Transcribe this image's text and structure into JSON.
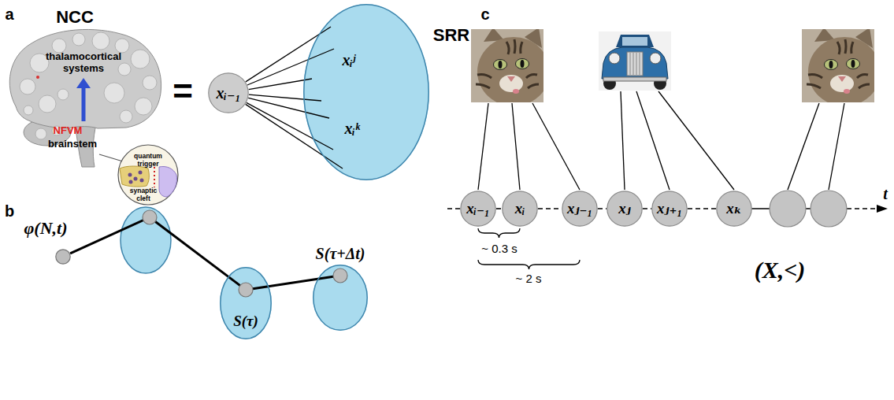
{
  "diagram": {
    "nodes": [
      {
        "text": [
          "xᵢ₋₁"
        ]
      },
      {
        "text": [
          "SRR",
          "xᵢʲ",
          "xᵢᵏ"
        ]
      },
      {
        "text": [
          "φ(N,t)"
        ]
      },
      {
        "text": [
          "S(τ)"
        ]
      },
      {
        "text": [
          "S(τ+Δt)"
        ]
      },
      {
        "text": [
          "xᵢ₋₁"
        ]
      },
      {
        "text": [
          "xᵢ"
        ]
      },
      {
        "text": [
          "xⱼ₋₁"
        ]
      },
      {
        "text": [
          "xⱼ"
        ]
      },
      {
        "text": [
          "xⱼ₊₁"
        ]
      },
      {
        "text": [
          "xₖ"
        ]
      }
    ],
    "edges": [
      {
        "from": 0,
        "to": 1,
        "arrow": "none"
      },
      {
        "from": 0,
        "to": 1,
        "arrow": "none"
      },
      {
        "from": 0,
        "to": 1,
        "arrow": "none"
      },
      {
        "from": 0,
        "to": 1,
        "arrow": "none"
      },
      {
        "from": 0,
        "to": 1,
        "arrow": "none"
      },
      {
        "from": 0,
        "to": 1,
        "arrow": "none"
      },
      {
        "from": 0,
        "to": 1,
        "arrow": "none"
      },
      {
        "from": 2,
        "to": 3,
        "arrow": "none"
      },
      {
        "from": 3,
        "to": 4,
        "arrow": "none"
      },
      {
        "from": 5,
        "to": 6,
        "arrow": "none"
      },
      {
        "from": 6,
        "to": 7,
        "arrow": "none"
      },
      {
        "from": 7,
        "to": 8,
        "arrow": "none"
      },
      {
        "from": 8,
        "to": 9,
        "arrow": "none"
      },
      {
        "from": 9,
        "to": 10,
        "arrow": "none"
      }
    ],
    "labels": [
      "a",
      "NCC",
      "thalamocortical systems",
      "NFVM",
      "brainstem",
      "quantum trigger",
      "synaptic cleft",
      "=",
      "b",
      "c",
      "~ 0.3 s",
      "~ 2 s",
      "(X,<)",
      "t"
    ]
  }
}
